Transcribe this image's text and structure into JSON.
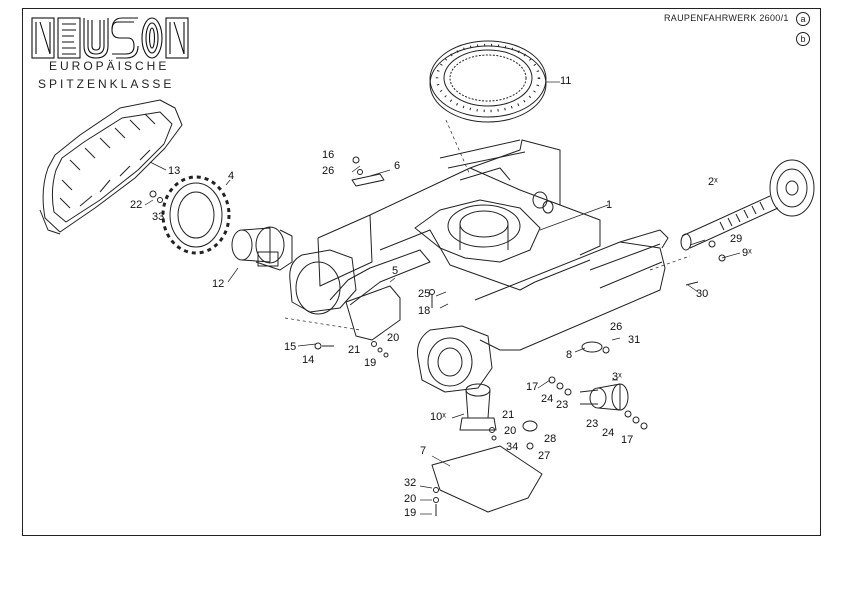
{
  "header": {
    "brand": "NEUSON",
    "tagline_line1": "EUROPÄISCHE",
    "tagline_line2": "SPITZENKLASSE",
    "sheet_title": "RAUPENFAHRWERK 2600/1",
    "variant_a": "a",
    "variant_b": "b"
  },
  "callouts": [
    {
      "id": "c11",
      "text": "11"
    },
    {
      "id": "c13",
      "text": "13"
    },
    {
      "id": "c4",
      "text": "4"
    },
    {
      "id": "c16",
      "text": "16"
    },
    {
      "id": "c26a",
      "text": "26"
    },
    {
      "id": "c6",
      "text": "6"
    },
    {
      "id": "c22",
      "text": "22"
    },
    {
      "id": "c33",
      "text": "33"
    },
    {
      "id": "c12",
      "text": "12"
    },
    {
      "id": "c1",
      "text": "1"
    },
    {
      "id": "c2x",
      "text": "2ˣ"
    },
    {
      "id": "c29",
      "text": "29"
    },
    {
      "id": "c9x",
      "text": "9ˣ"
    },
    {
      "id": "c30",
      "text": "30"
    },
    {
      "id": "c5",
      "text": "5"
    },
    {
      "id": "c25",
      "text": "25"
    },
    {
      "id": "c18",
      "text": "18"
    },
    {
      "id": "c15",
      "text": "15"
    },
    {
      "id": "c14",
      "text": "14"
    },
    {
      "id": "c21a",
      "text": "21"
    },
    {
      "id": "c20a",
      "text": "20"
    },
    {
      "id": "c19a",
      "text": "19"
    },
    {
      "id": "c26b",
      "text": "26"
    },
    {
      "id": "c31",
      "text": "31"
    },
    {
      "id": "c8",
      "text": "8"
    },
    {
      "id": "c17a",
      "text": "17"
    },
    {
      "id": "c24a",
      "text": "24"
    },
    {
      "id": "c23a",
      "text": "23"
    },
    {
      "id": "c3x",
      "text": "3ˣ"
    },
    {
      "id": "c10x",
      "text": "10ˣ"
    },
    {
      "id": "c21b",
      "text": "21"
    },
    {
      "id": "c20b",
      "text": "20"
    },
    {
      "id": "c34",
      "text": "34"
    },
    {
      "id": "c28",
      "text": "28"
    },
    {
      "id": "c27",
      "text": "27"
    },
    {
      "id": "c23b",
      "text": "23"
    },
    {
      "id": "c24b",
      "text": "24"
    },
    {
      "id": "c17b",
      "text": "17"
    },
    {
      "id": "c7",
      "text": "7"
    },
    {
      "id": "c32",
      "text": "32"
    },
    {
      "id": "c20c",
      "text": "20"
    },
    {
      "id": "c19b",
      "text": "19"
    }
  ]
}
